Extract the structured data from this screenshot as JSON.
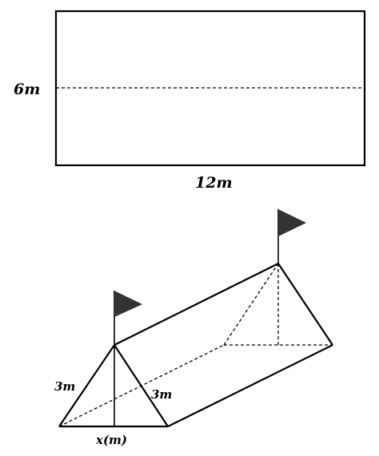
{
  "rectangle": {
    "height_label": "6m",
    "width_label": "12m"
  },
  "tent": {
    "side_left_label": "3m",
    "side_right_label": "3m",
    "base_label": "x(m)"
  },
  "flags": [
    {
      "icon": "flag-icon",
      "color": "#333333"
    },
    {
      "icon": "flag-icon",
      "color": "#333333"
    }
  ]
}
